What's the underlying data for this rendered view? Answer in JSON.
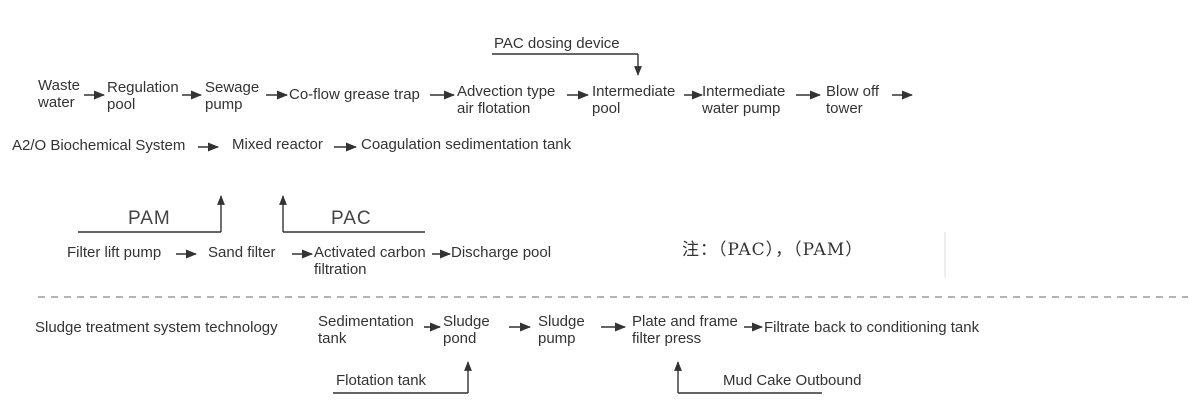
{
  "main_process": {
    "row1": [
      {
        "id": "waste_water",
        "lines": [
          "Waste",
          "water"
        ]
      },
      {
        "id": "regulation_pool",
        "lines": [
          "Regulation",
          "pool"
        ]
      },
      {
        "id": "sewage_pump",
        "lines": [
          "Sewage",
          "pump"
        ]
      },
      {
        "id": "grease_trap",
        "lines": [
          "Co-flow grease trap"
        ]
      },
      {
        "id": "air_flotation",
        "lines": [
          "Advection type",
          "air flotation"
        ]
      },
      {
        "id": "intermediate_pool",
        "lines": [
          "Intermediate",
          "pool"
        ]
      },
      {
        "id": "intermediate_pump",
        "lines": [
          "Intermediate",
          "water pump"
        ]
      },
      {
        "id": "blow_off_tower",
        "lines": [
          "Blow off",
          "tower"
        ]
      }
    ],
    "pac_dosing": "PAC dosing device",
    "row2": [
      {
        "id": "a2o_system",
        "lines": [
          "A2/O Biochemical System"
        ]
      },
      {
        "id": "mixed_reactor",
        "lines": [
          "Mixed reactor"
        ]
      },
      {
        "id": "coagulation_tank",
        "lines": [
          "Coagulation sedimentation tank"
        ]
      }
    ],
    "pam_label": "PAM",
    "pac_label": "PAC",
    "row3": [
      {
        "id": "filter_lift_pump",
        "lines": [
          "Filter lift pump"
        ]
      },
      {
        "id": "sand_filter",
        "lines": [
          "Sand filter"
        ]
      },
      {
        "id": "carbon_filtration",
        "lines": [
          "Activated carbon",
          "filtration"
        ]
      },
      {
        "id": "discharge_pool",
        "lines": [
          "Discharge pool"
        ]
      }
    ],
    "note": "注：（PAC），（PAM）"
  },
  "sludge_process": {
    "row": [
      {
        "id": "sludge_system",
        "lines": [
          "Sludge treatment system technology"
        ]
      },
      {
        "id": "sedimentation_tank",
        "lines": [
          "Sedimentation",
          "tank"
        ]
      },
      {
        "id": "sludge_pond",
        "lines": [
          "Sludge",
          "pond"
        ]
      },
      {
        "id": "sludge_pump",
        "lines": [
          "Sludge",
          "pump"
        ]
      },
      {
        "id": "filter_press",
        "lines": [
          "Plate and frame",
          "filter press"
        ]
      },
      {
        "id": "filtrate_back",
        "lines": [
          "Filtrate back to conditioning tank"
        ]
      }
    ],
    "flotation_tank": "Flotation tank",
    "mud_cake": "Mud Cake Outbound"
  },
  "colors": {
    "text": "#333333",
    "arrow": "#333333",
    "divider": "#888888"
  }
}
